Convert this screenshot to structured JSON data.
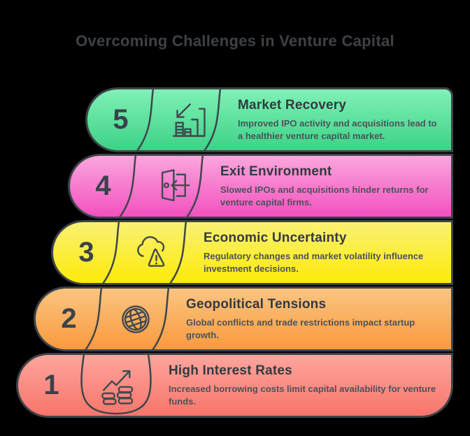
{
  "title": "Overcoming Challenges in Venture Capital",
  "colors": {
    "background": "#000000",
    "outline": "#3e4348",
    "heading_text": "#333a40",
    "body_text": "#4b525a",
    "title_text": "#3d4247"
  },
  "items": [
    {
      "number": "5",
      "heading": "Market Recovery",
      "description": "Improved IPO activity and acquisitions lead to a healthier venture capital market.",
      "icon": "bar-chart-recovery-icon",
      "gradient_top": "#80f1b6",
      "gradient_bottom": "#3dd286"
    },
    {
      "number": "4",
      "heading": "Exit Environment",
      "description": "Slowed IPOs and acquisitions hinder returns for venture capital firms.",
      "icon": "exit-door-icon",
      "gradient_top": "#fba6de",
      "gradient_bottom": "#f351bf"
    },
    {
      "number": "3",
      "heading": "Economic Uncertainty",
      "description": "Regulatory changes and market volatility influence investment decisions.",
      "icon": "cloud-warning-icon",
      "gradient_top": "#faf173",
      "gradient_bottom": "#fdea0a"
    },
    {
      "number": "2",
      "heading": "Geopolitical Tensions",
      "description": "Global conflicts and trade restrictions impact startup growth.",
      "icon": "globe-icon",
      "gradient_top": "#fbc581",
      "gradient_bottom": "#f99a3e"
    },
    {
      "number": "1",
      "heading": "High Interest Rates",
      "description": "Increased borrowing costs limit capital availability for venture funds.",
      "icon": "coins-growth-icon",
      "gradient_top": "#fda59d",
      "gradient_bottom": "#f8756b"
    }
  ]
}
